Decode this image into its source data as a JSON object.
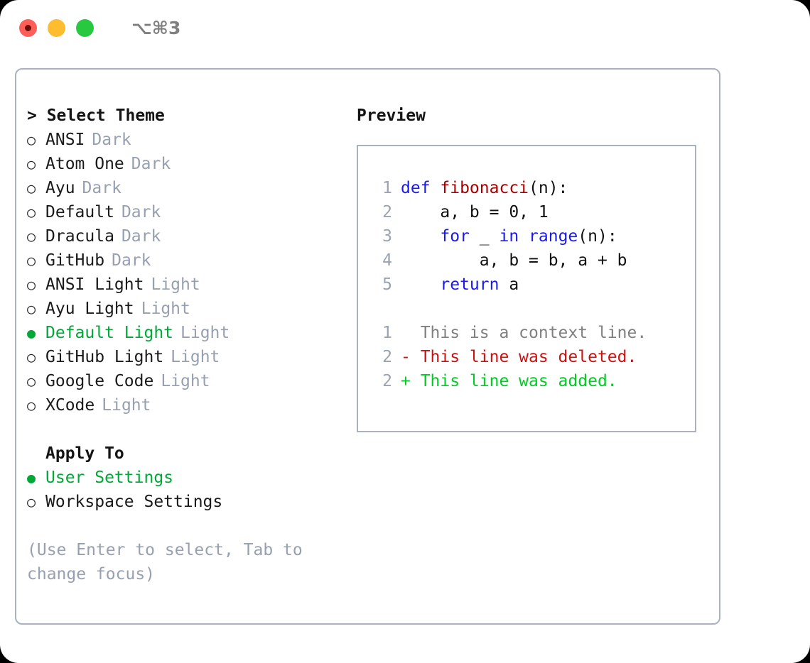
{
  "titlebar": {
    "dots": [
      {
        "name": "close-button",
        "color": "#ff5f57"
      },
      {
        "name": "minimize-button",
        "color": "#febc2e"
      },
      {
        "name": "maximize-button",
        "color": "#28c840"
      }
    ],
    "shortcut": "⌥⌘3"
  },
  "theme_list": {
    "header": "> Select Theme",
    "items": [
      {
        "marker": "○",
        "label": "ANSI",
        "variant": "Dark",
        "selected": false
      },
      {
        "marker": "○",
        "label": "Atom One",
        "variant": "Dark",
        "selected": false
      },
      {
        "marker": "○",
        "label": "Ayu",
        "variant": "Dark",
        "selected": false
      },
      {
        "marker": "○",
        "label": "Default",
        "variant": "Dark",
        "selected": false
      },
      {
        "marker": "○",
        "label": "Dracula",
        "variant": "Dark",
        "selected": false
      },
      {
        "marker": "○",
        "label": "GitHub",
        "variant": "Dark",
        "selected": false
      },
      {
        "marker": "○",
        "label": "ANSI Light",
        "variant": "Light",
        "selected": false
      },
      {
        "marker": "○",
        "label": "Ayu Light",
        "variant": "Light",
        "selected": false
      },
      {
        "marker": "●",
        "label": "Default Light",
        "variant": "Light",
        "selected": true
      },
      {
        "marker": "○",
        "label": "GitHub Light",
        "variant": "Light",
        "selected": false
      },
      {
        "marker": "○",
        "label": "Google Code",
        "variant": "Light",
        "selected": false
      },
      {
        "marker": "○",
        "label": "XCode",
        "variant": "Light",
        "selected": false
      }
    ]
  },
  "apply_to": {
    "header": "Apply To",
    "items": [
      {
        "marker": "●",
        "label": "User Settings",
        "selected": true
      },
      {
        "marker": "○",
        "label": "Workspace Settings",
        "selected": false
      }
    ]
  },
  "hint": "(Use Enter to select, Tab to change focus)",
  "preview": {
    "title": "Preview",
    "code_lines": [
      {
        "no": "1",
        "tokens": [
          {
            "t": "def ",
            "c": "kw"
          },
          {
            "t": "fibonacci",
            "c": "fn"
          },
          {
            "t": "(n):",
            "c": "plain"
          }
        ]
      },
      {
        "no": "2",
        "tokens": [
          {
            "t": "    a, b = 0, 1",
            "c": "plain"
          }
        ]
      },
      {
        "no": "3",
        "tokens": [
          {
            "t": "    ",
            "c": "plain"
          },
          {
            "t": "for ",
            "c": "kw"
          },
          {
            "t": "_ ",
            "c": "plain"
          },
          {
            "t": "in ",
            "c": "kw"
          },
          {
            "t": "range",
            "c": "kw"
          },
          {
            "t": "(n):",
            "c": "plain"
          }
        ]
      },
      {
        "no": "4",
        "tokens": [
          {
            "t": "        a, b = b, a + b",
            "c": "plain"
          }
        ]
      },
      {
        "no": "5",
        "tokens": [
          {
            "t": "    ",
            "c": "plain"
          },
          {
            "t": "return ",
            "c": "kw"
          },
          {
            "t": "a",
            "c": "plain"
          }
        ]
      }
    ],
    "diff_lines": [
      {
        "no": "1",
        "text": "  This is a context line.",
        "kind": "ctx"
      },
      {
        "no": "2",
        "text": "- This line was deleted.",
        "kind": "del"
      },
      {
        "no": "2",
        "text": "+ This line was added.",
        "kind": "add"
      }
    ]
  },
  "colors": {
    "accent_green": "#00a838",
    "muted": "#97a0b0",
    "border": "#aab2c0",
    "keyword": "#1a1aee",
    "function": "#aa0000",
    "diff_deleted": "#cc1111",
    "diff_added": "#00cc22"
  }
}
